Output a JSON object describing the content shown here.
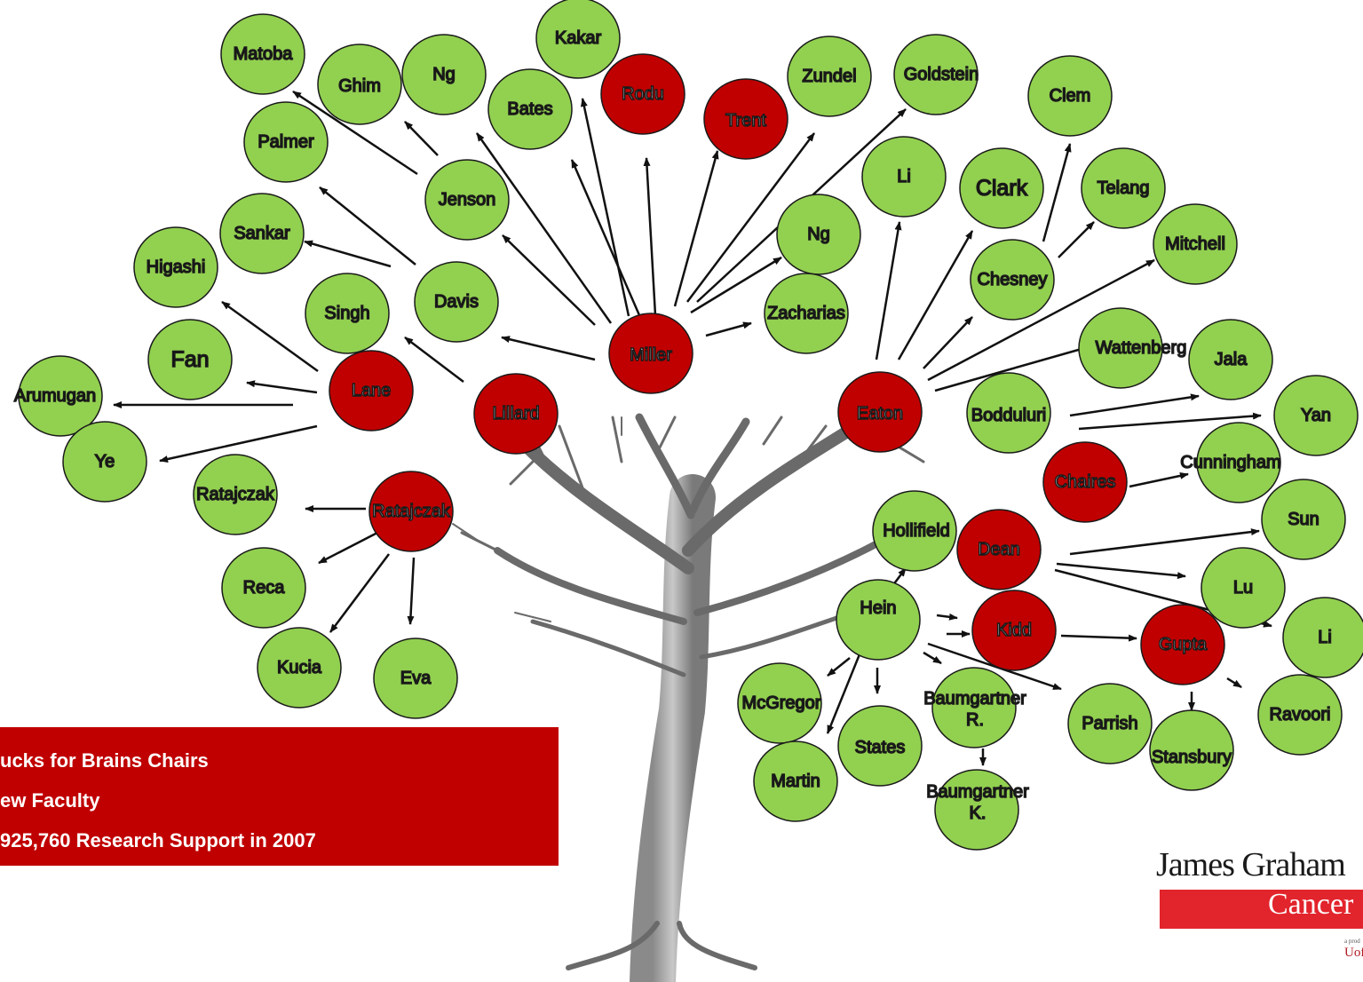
{
  "colors": {
    "chair": "#c00000",
    "faculty": "#92d050",
    "outline": "#1a1a1a",
    "legend_bg": "#c00000"
  },
  "nodes": {
    "matoba": "Matoba",
    "ghim": "Ghim",
    "ng_top": "Ng",
    "kakar": "Kakar",
    "bates": "Bates",
    "rodu": "Rodu",
    "trent": "Trent",
    "zundel": "Zundel",
    "goldstein": "Goldstein",
    "clem": "Clem",
    "palmer": "Palmer",
    "jenson": "Jenson",
    "li_mid": "Li",
    "clark": "Clark",
    "telang": "Telang",
    "sankar": "Sankar",
    "higashi": "Higashi",
    "ng_mid": "Ng",
    "mitchell": "Mitchell",
    "chesney": "Chesney",
    "davis": "Davis",
    "singh": "Singh",
    "zacharias": "Zacharias",
    "fan": "Fan",
    "miller": "Miller",
    "wattenberg": "Wattenberg",
    "jala": "Jala",
    "lane": "Lane",
    "arumugan": "Arumugan",
    "lillard": "Lillard",
    "eaton": "Eaton",
    "bodduluri": "Bodduluri",
    "yan": "Yan",
    "ye": "Ye",
    "chaires": "Chaires",
    "cunningham": "Cunningham",
    "ratajczak_green": "Ratajczak",
    "ratajczak_red": "Ratajczak",
    "hollifield": "Hollifield",
    "dean": "Dean",
    "sun": "Sun",
    "reca": "Reca",
    "lu": "Lu",
    "hein": "Hein",
    "kidd": "Kidd",
    "li_right": "Li",
    "gupta": "Gupta",
    "kucia": "Kucia",
    "eva": "Eva",
    "mcgregor": "McGregor",
    "baumgartner_r": "Baumgartner R.",
    "parrish": "Parrish",
    "ravoori": "Ravoori",
    "states": "States",
    "stansbury": "Stansbury",
    "martin": "Martin",
    "baumgartner_k": "Baumgartner K."
  },
  "legend": {
    "line1": "ucks for Brains Chairs",
    "line2": "ew Faculty",
    "line3": "925,760 Research Support in 2007"
  },
  "logo": {
    "name": "James Graham",
    "sub": "Cancer",
    "small1": "a prod",
    "small2": "Uof"
  }
}
